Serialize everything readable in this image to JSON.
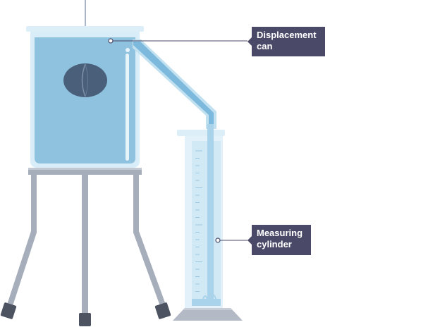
{
  "labels": {
    "displacement_can": [
      "Displacement",
      "can"
    ],
    "measuring_cylinder": [
      "Measuring",
      "cylinder"
    ]
  },
  "colors": {
    "water": "#8fc2df",
    "container_outline": "#c7e4f2",
    "spout": "#7db9dc",
    "object": "#4a5f7a",
    "stand": "#a6aebb",
    "stand_feet": "#4d5360",
    "label_bg": "#4a4a68",
    "label_text": "#ffffff",
    "leader_line": "#4a4a68"
  },
  "icons": {
    "object": "hanging-stone-icon",
    "stand": "tripod-stand-icon"
  }
}
